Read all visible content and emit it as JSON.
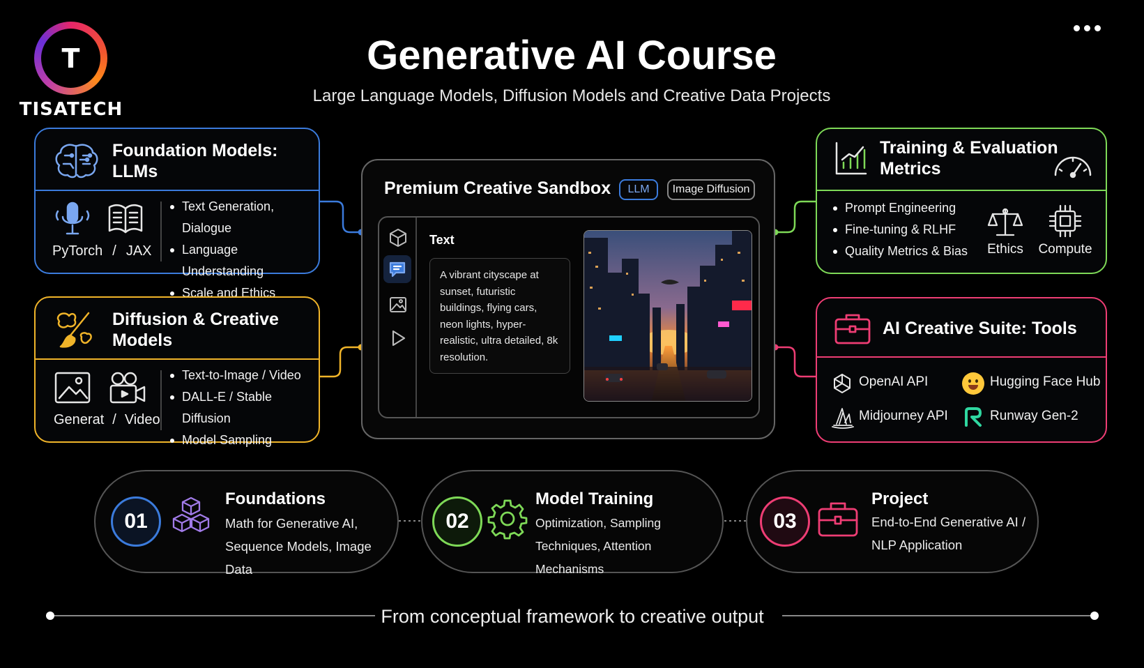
{
  "brand": {
    "logo_letter": "T",
    "name": "TISATECH"
  },
  "header": {
    "title": "Generative AI Course",
    "subtitle": "Large Language Models, Diffusion Models and Creative Data Projects"
  },
  "menu": {
    "icon": "more-dots-icon"
  },
  "colors": {
    "blue": "#3b7bdc",
    "yellow": "#f0b429",
    "green": "#7ed957",
    "pink": "#ee3d74",
    "purple": "#a17be8"
  },
  "foundation": {
    "title_line1": "Foundation Models:",
    "title_line2": "LLMs",
    "label_a": "PyTorch",
    "sep": "/",
    "label_b": "JAX",
    "bullets": [
      "Text Generation, Dialogue",
      "Language Understanding",
      "Scale and Ethics"
    ]
  },
  "diffusion": {
    "title_line1": "Diffusion & Creative",
    "title_line2": "Models",
    "label_a": "Generat",
    "sep": "/",
    "label_b": "Video",
    "bullets": [
      "Text-to-Image / Video",
      "DALL-E / Stable Diffusion",
      "Model Sampling"
    ]
  },
  "sandbox": {
    "title": "Premium Creative Sandbox",
    "chip_llm": "LLM",
    "chip_diffusion": "Image Diffusion",
    "text_label": "Text",
    "prompt": "A vibrant cityscape at sunset, futuristic buildings, flying cars, neon lights, hyper-realistic, ultra detailed, 8k resolution."
  },
  "training": {
    "title_line1": "Training & Evaluation",
    "title_line2": "Metrics",
    "bullets": [
      "Prompt Engineering",
      "Fine-tuning & RLHF",
      "Quality Metrics & Bias"
    ],
    "label_ethics": "Ethics",
    "label_compute": "Compute"
  },
  "tools": {
    "title": "AI Creative Suite: Tools",
    "items": [
      "OpenAI API",
      "Hugging Face Hub",
      "Midjourney API",
      "Runway Gen-2"
    ]
  },
  "steps": [
    {
      "num": "01",
      "title": "Foundations",
      "line1": "Math for Generative AI,",
      "line2": "Sequence Models, Image Data"
    },
    {
      "num": "02",
      "title": "Model Training",
      "line1": "Optimization, Sampling",
      "line2": "Techniques, Attention Mechanisms"
    },
    {
      "num": "03",
      "title": "Project",
      "line1": "End-to-End Generative AI /",
      "line2": "NLP Application"
    }
  ],
  "footer": {
    "text": "From conceptual framework to creative output"
  }
}
